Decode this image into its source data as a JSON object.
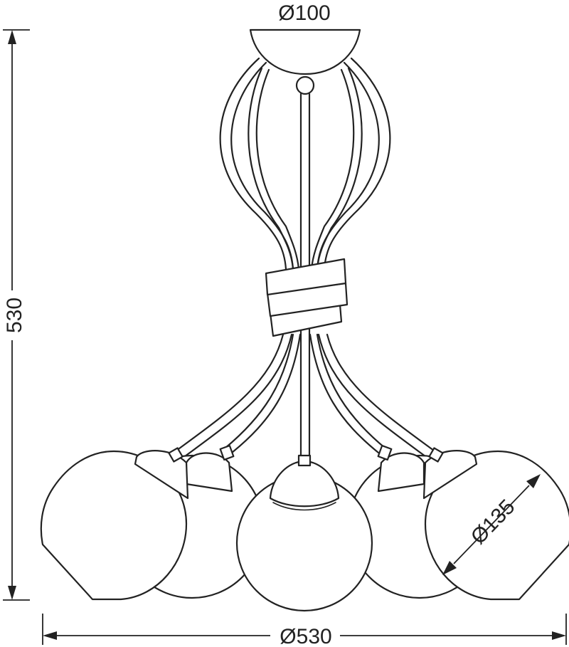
{
  "dimensions": {
    "canopy_diameter": "Ø100",
    "overall_height": "530",
    "overall_width": "Ø530",
    "globe_diameter": "Ø135"
  },
  "colors": {
    "line": "#222222",
    "background": "#ffffff"
  }
}
